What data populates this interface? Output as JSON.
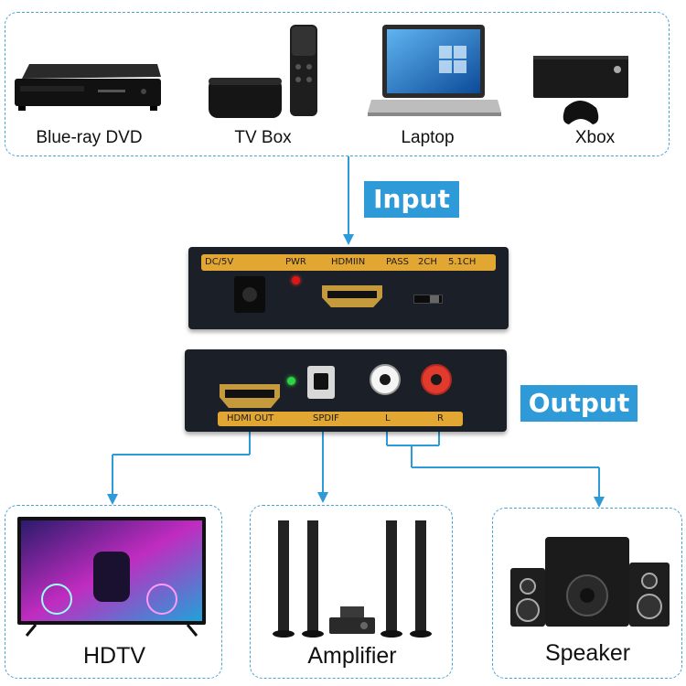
{
  "sources": [
    {
      "label": "Blue-ray DVD",
      "icon": "bluray-player-icon"
    },
    {
      "label": "TV Box",
      "icon": "tv-box-icon"
    },
    {
      "label": "Laptop",
      "icon": "laptop-icon"
    },
    {
      "label": "Xbox",
      "icon": "xbox-icon"
    }
  ],
  "tags": {
    "input": "Input",
    "output": "Output"
  },
  "input_panel": {
    "labels": [
      "DC/5V",
      "PWR",
      "HDMIIN",
      "PASS",
      "2CH",
      "5.1CH"
    ]
  },
  "output_panel": {
    "labels": [
      "HDMI OUT",
      "SPDIF",
      "L",
      "R"
    ]
  },
  "outputs": [
    {
      "label": "HDTV",
      "icon": "hdtv-icon"
    },
    {
      "label": "Amplifier",
      "icon": "amplifier-icon"
    },
    {
      "label": "Speaker",
      "icon": "speaker-icon"
    }
  ],
  "colors": {
    "accent": "#2e9ad8",
    "strip": "#e2a633",
    "device": "#1b2028"
  }
}
